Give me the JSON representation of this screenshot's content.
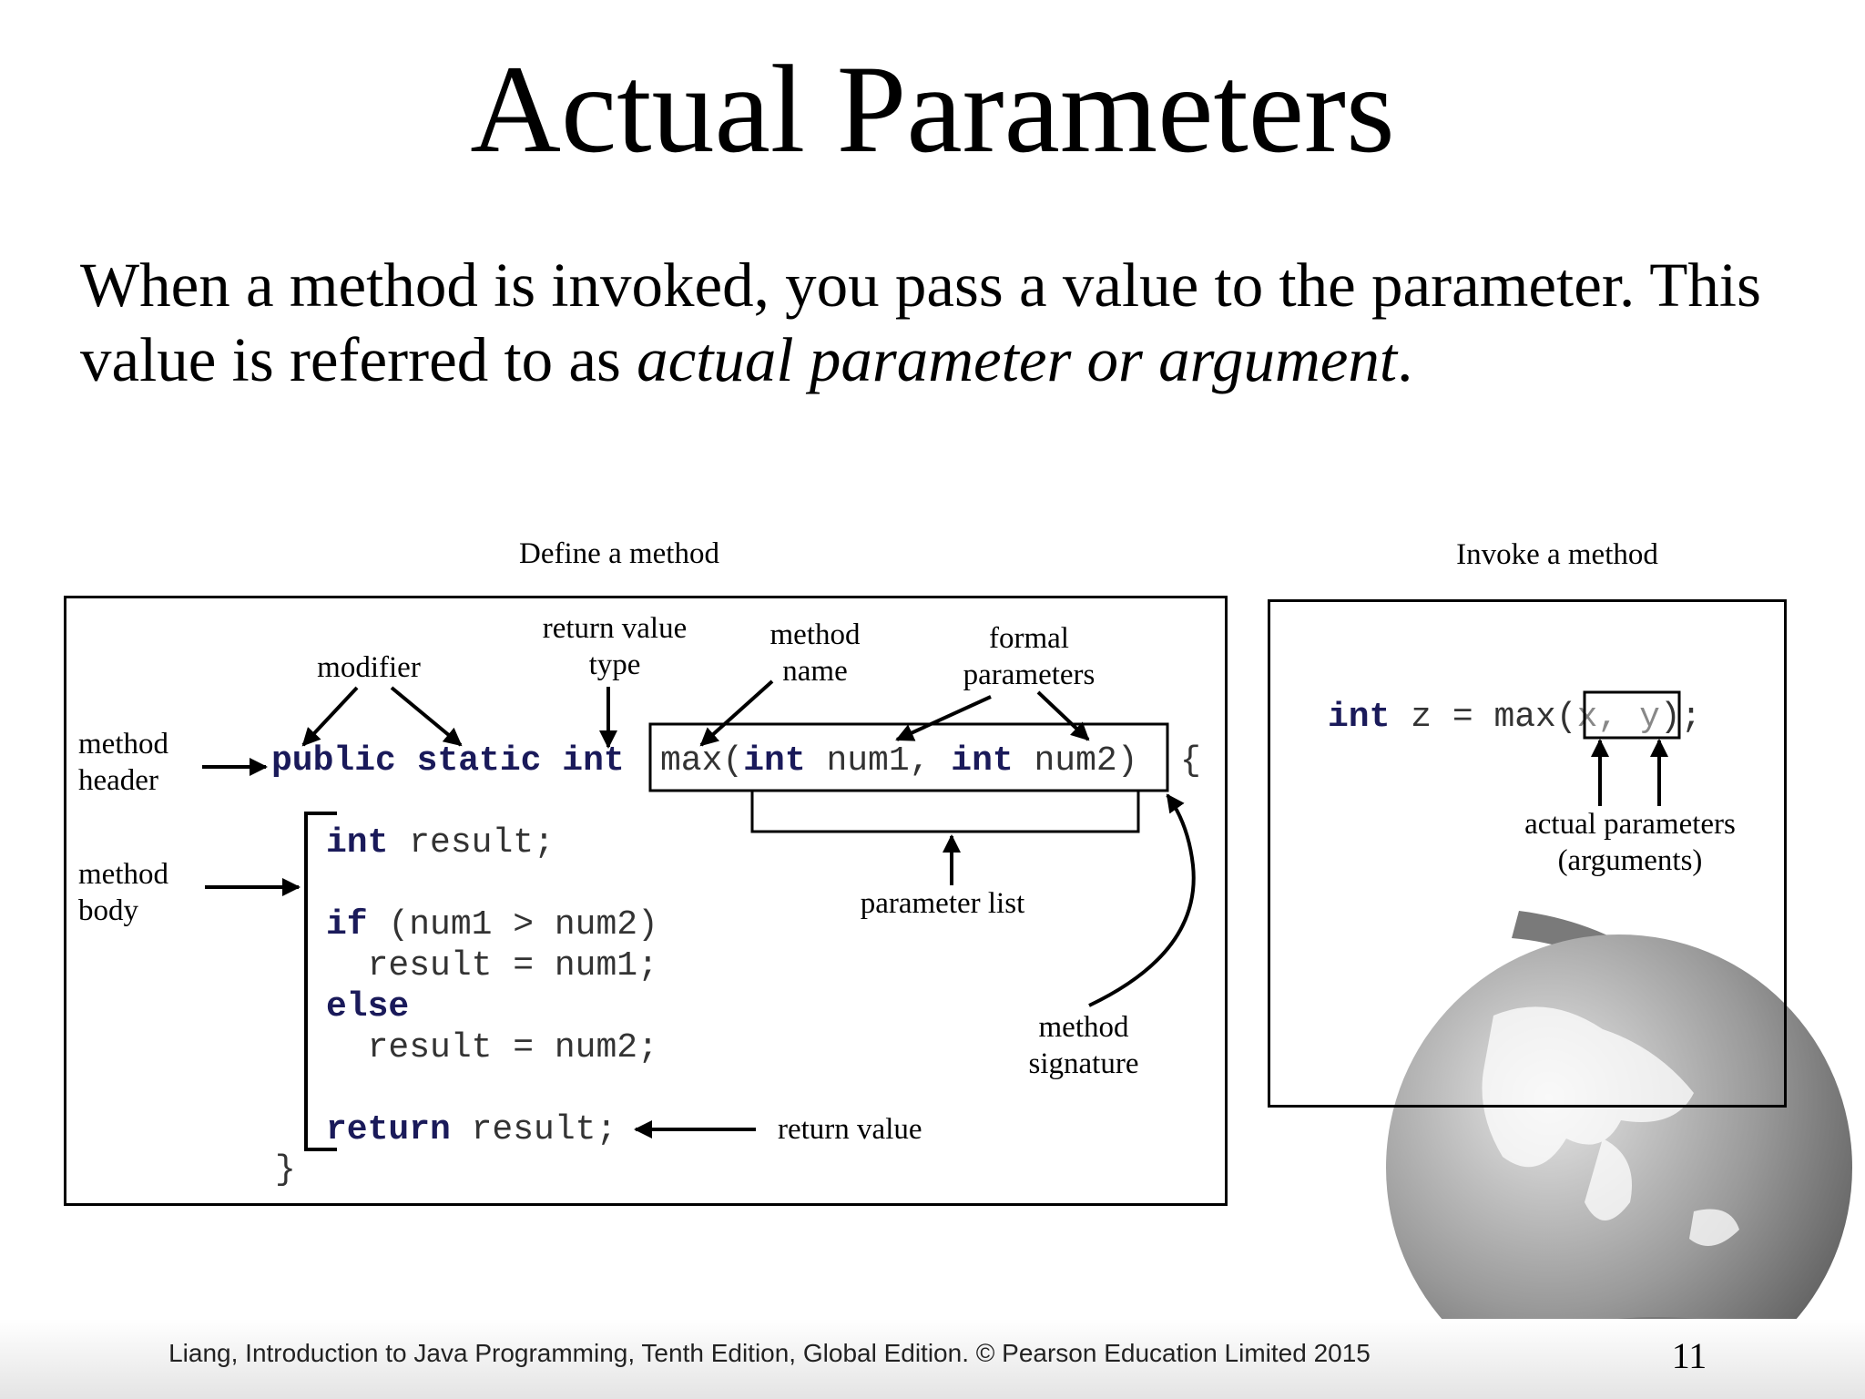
{
  "slide": {
    "title": "Actual Parameters",
    "body_part1": "When a method is invoked, you pass a value to the parameter. This value is referred to as ",
    "body_italic": "actual parameter or argument",
    "body_end": ".",
    "footer": "Liang, Introduction to Java Programming, Tenth Edition, Global Edition. © Pearson Education Limited 2015",
    "page_number": "11"
  },
  "define": {
    "label": "Define a method",
    "annotations": {
      "modifier": "modifier",
      "return_type_1": "return value",
      "return_type_2": "type",
      "method_name_1": "method",
      "method_name_2": "name",
      "formal_1": "formal",
      "formal_2": "parameters",
      "header_1": "method",
      "header_2": "header",
      "body_1": "method",
      "body_2": "body",
      "param_list": "parameter list",
      "signature_1": "method",
      "signature_2": "signature",
      "return_value": "return value"
    },
    "code": {
      "kw_public": "public",
      "kw_static": "static",
      "kw_int": "int",
      "sig_max": "max(",
      "sig_int1": "int",
      "sig_num1": " num1, ",
      "sig_int2": "int",
      "sig_num2": " num2)",
      "brace_open": "{",
      "l1_kw": "int",
      "l1_rest": " result;",
      "l2_kw": "if",
      "l2_rest": " (num1 > num2)",
      "l3": "  result = num1;",
      "l4_kw": "else",
      "l5": "  result = num2;",
      "l6_kw": "return",
      "l6_rest": " result;",
      "brace_close": "}"
    }
  },
  "invoke": {
    "label": "Invoke a method",
    "code_kw": "int",
    "code_pre": " z = max(",
    "code_args": "x, y",
    "code_post": ");",
    "annotation_1": "actual parameters",
    "annotation_2": "(arguments)"
  }
}
